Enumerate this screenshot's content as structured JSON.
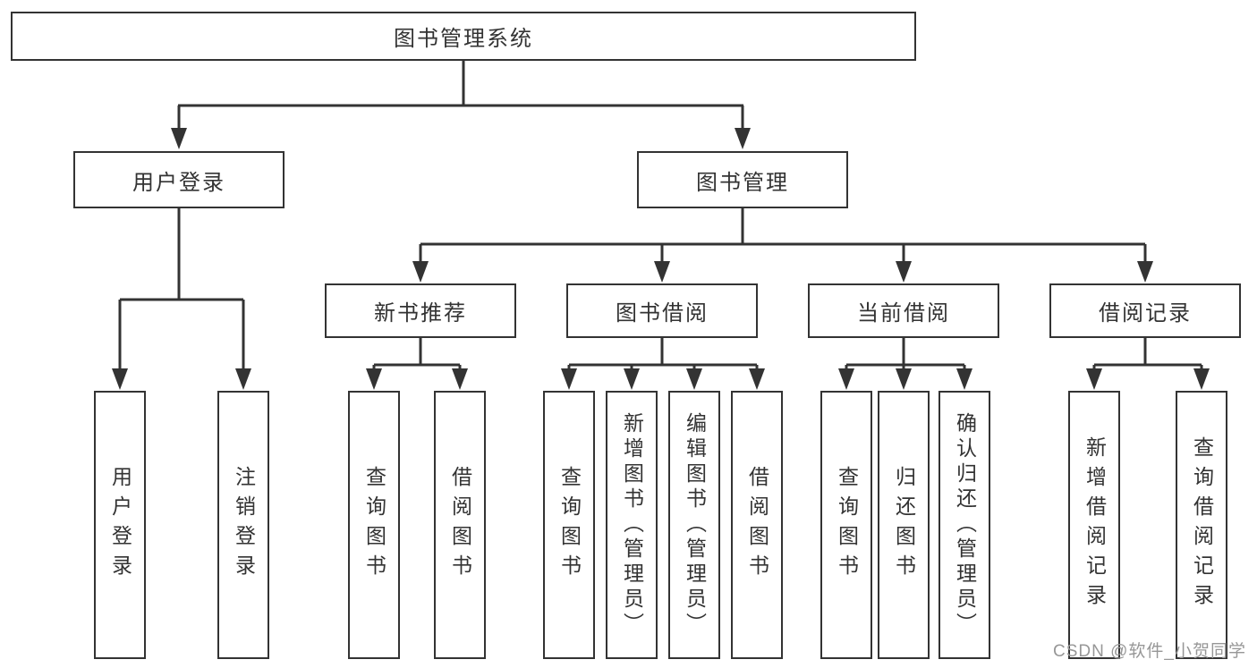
{
  "diagram": {
    "root": "图书管理系统",
    "user_branch": {
      "label": "用户登录",
      "leaves": [
        "用户登录",
        "注销登录"
      ]
    },
    "book_branch": {
      "label": "图书管理",
      "groups": [
        {
          "label": "新书推荐",
          "leaves": [
            "查询图书",
            "借阅图书"
          ]
        },
        {
          "label": "图书借阅",
          "leaves": [
            "查询图书",
            "新增图书（管理员）",
            "编辑图书（管理员）",
            "借阅图书"
          ]
        },
        {
          "label": "当前借阅",
          "leaves": [
            "查询图书",
            "归还图书",
            "确认归还（管理员）"
          ]
        },
        {
          "label": "借阅记录",
          "leaves": [
            "新增借阅记录",
            "查询借阅记录"
          ]
        }
      ]
    }
  },
  "watermark": "CSDN @软件_小贺同学",
  "colors": {
    "line": "#333333",
    "box_border": "#333333",
    "text": "#333333",
    "background": "#ffffff",
    "watermark": "#979797"
  }
}
